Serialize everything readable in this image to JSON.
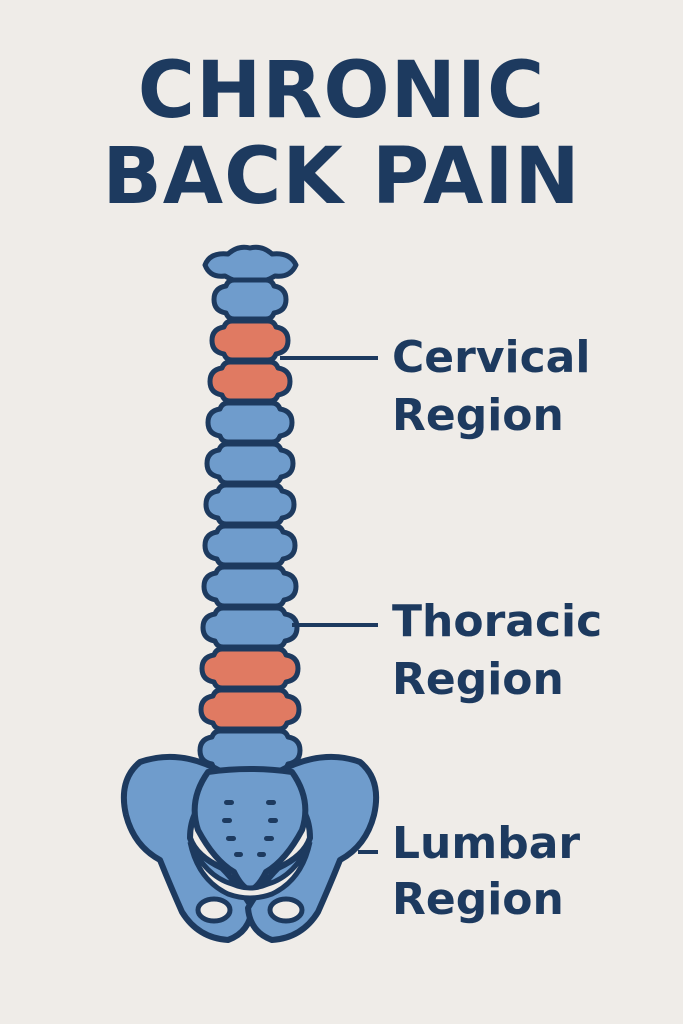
{
  "title": {
    "line1": "CHRONIC",
    "line2": "BACK PAIN"
  },
  "labels": [
    {
      "line1": "Cervical",
      "line2": "Region"
    },
    {
      "line1": "Thoracic",
      "line2": "Region"
    },
    {
      "line1": "Lumbar",
      "line2": "Region"
    }
  ],
  "colors": {
    "background": "#efece8",
    "ink": "#1d3a5f",
    "bone": "#6f9ccc",
    "pain": "#e07a62"
  },
  "vertebrae_status": [
    "normal",
    "pain",
    "pain",
    "normal",
    "normal",
    "normal",
    "normal",
    "normal",
    "normal",
    "pain",
    "pain",
    "normal"
  ]
}
